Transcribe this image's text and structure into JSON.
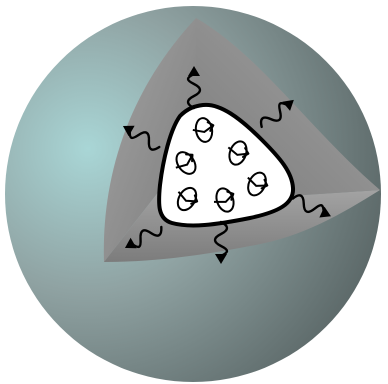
{
  "diagram": {
    "kind": "cutaway-sphere-emission",
    "colors": {
      "background": "#ffffff",
      "sphere_highlight": "#a9d6d6",
      "sphere_mid": "#8fa2a2",
      "sphere_shadow": "#586464",
      "cutaway_face_light": "#a3a3a3",
      "cutaway_face_dark": "#7c7c7c",
      "core_fill": "#ffffff",
      "core_border": "#000000",
      "ink": "#000000"
    },
    "icons": {
      "outer_body": "sphere-icon",
      "core": "rounded-triangle-core-icon",
      "particle": "spin-arrow-loop-icon",
      "emission": "wavy-arrow-icon"
    },
    "particle_count": 6,
    "emission_arrow_count": 6
  }
}
